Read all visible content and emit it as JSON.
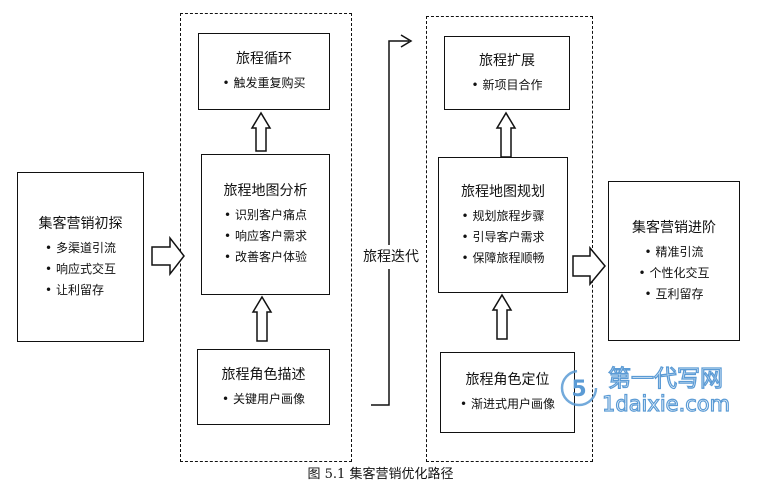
{
  "diagram": {
    "left_box": {
      "title": "集客营销初探",
      "items": [
        "多渠道引流",
        "响应式交互",
        "让利留存"
      ]
    },
    "stage1": {
      "loop": {
        "title": "旅程循环",
        "items": [
          "触发重复购买"
        ]
      },
      "analysis": {
        "title": "旅程地图分析",
        "items": [
          "识别客户痛点",
          "响应客户需求",
          "改善客户体验"
        ]
      },
      "role": {
        "title": "旅程角色描述",
        "items": [
          "关键用户画像"
        ]
      }
    },
    "iteration_label": "旅程迭代",
    "stage2": {
      "expansion": {
        "title": "旅程扩展",
        "items": [
          "新项目合作"
        ]
      },
      "planning": {
        "title": "旅程地图规划",
        "items": [
          "规划旅程步骤",
          "引导客户需求",
          "保障旅程顺畅"
        ]
      },
      "role": {
        "title": "旅程角色定位",
        "items": [
          "渐进式用户画像"
        ]
      }
    },
    "right_box": {
      "title": "集客营销进阶",
      "items": [
        "精准引流",
        "个性化交互",
        "互利留存"
      ]
    }
  },
  "caption": "图 5.1  集客营销优化路径",
  "watermark": {
    "icon": "5",
    "line1": "第一代写网",
    "line2": "1daixie.com",
    "color": "#5b9bd5"
  },
  "colors": {
    "stroke": "#111111",
    "background": "#ffffff"
  }
}
